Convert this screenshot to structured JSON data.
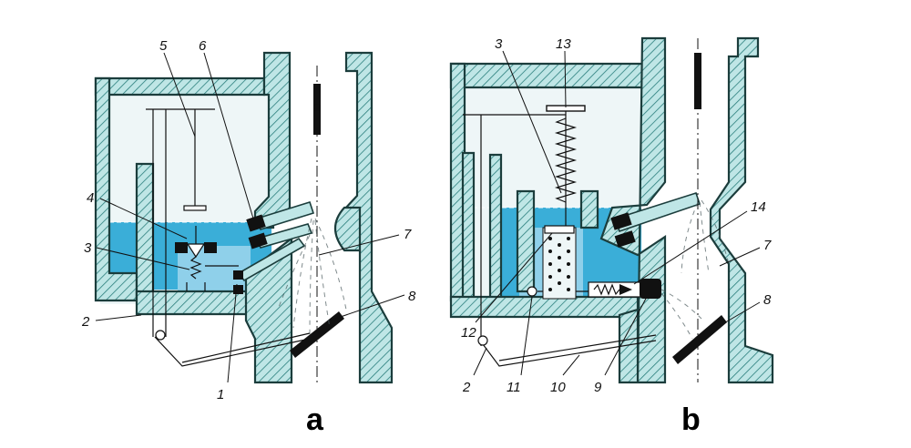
{
  "diagram": {
    "colors": {
      "wall_fill": "#bfe6e6",
      "hatch": "#2a7e7c",
      "fuel": "#3aaed8",
      "fuel_light": "#8fd0ea",
      "outline": "#1b3d3c",
      "spray_bg": "#e9f3f4"
    },
    "panel_a": {
      "caption": "a",
      "labels": {
        "l1": "1",
        "l2": "2",
        "l3": "3",
        "l4": "4",
        "l5": "5",
        "l6": "6",
        "l7": "7",
        "l8": "8"
      }
    },
    "panel_b": {
      "caption": "b",
      "labels": {
        "l2": "2",
        "l3": "3",
        "l7": "7",
        "l8": "8",
        "l9": "9",
        "l10": "10",
        "l11": "11",
        "l12": "12",
        "l13": "13",
        "l14": "14"
      }
    }
  }
}
